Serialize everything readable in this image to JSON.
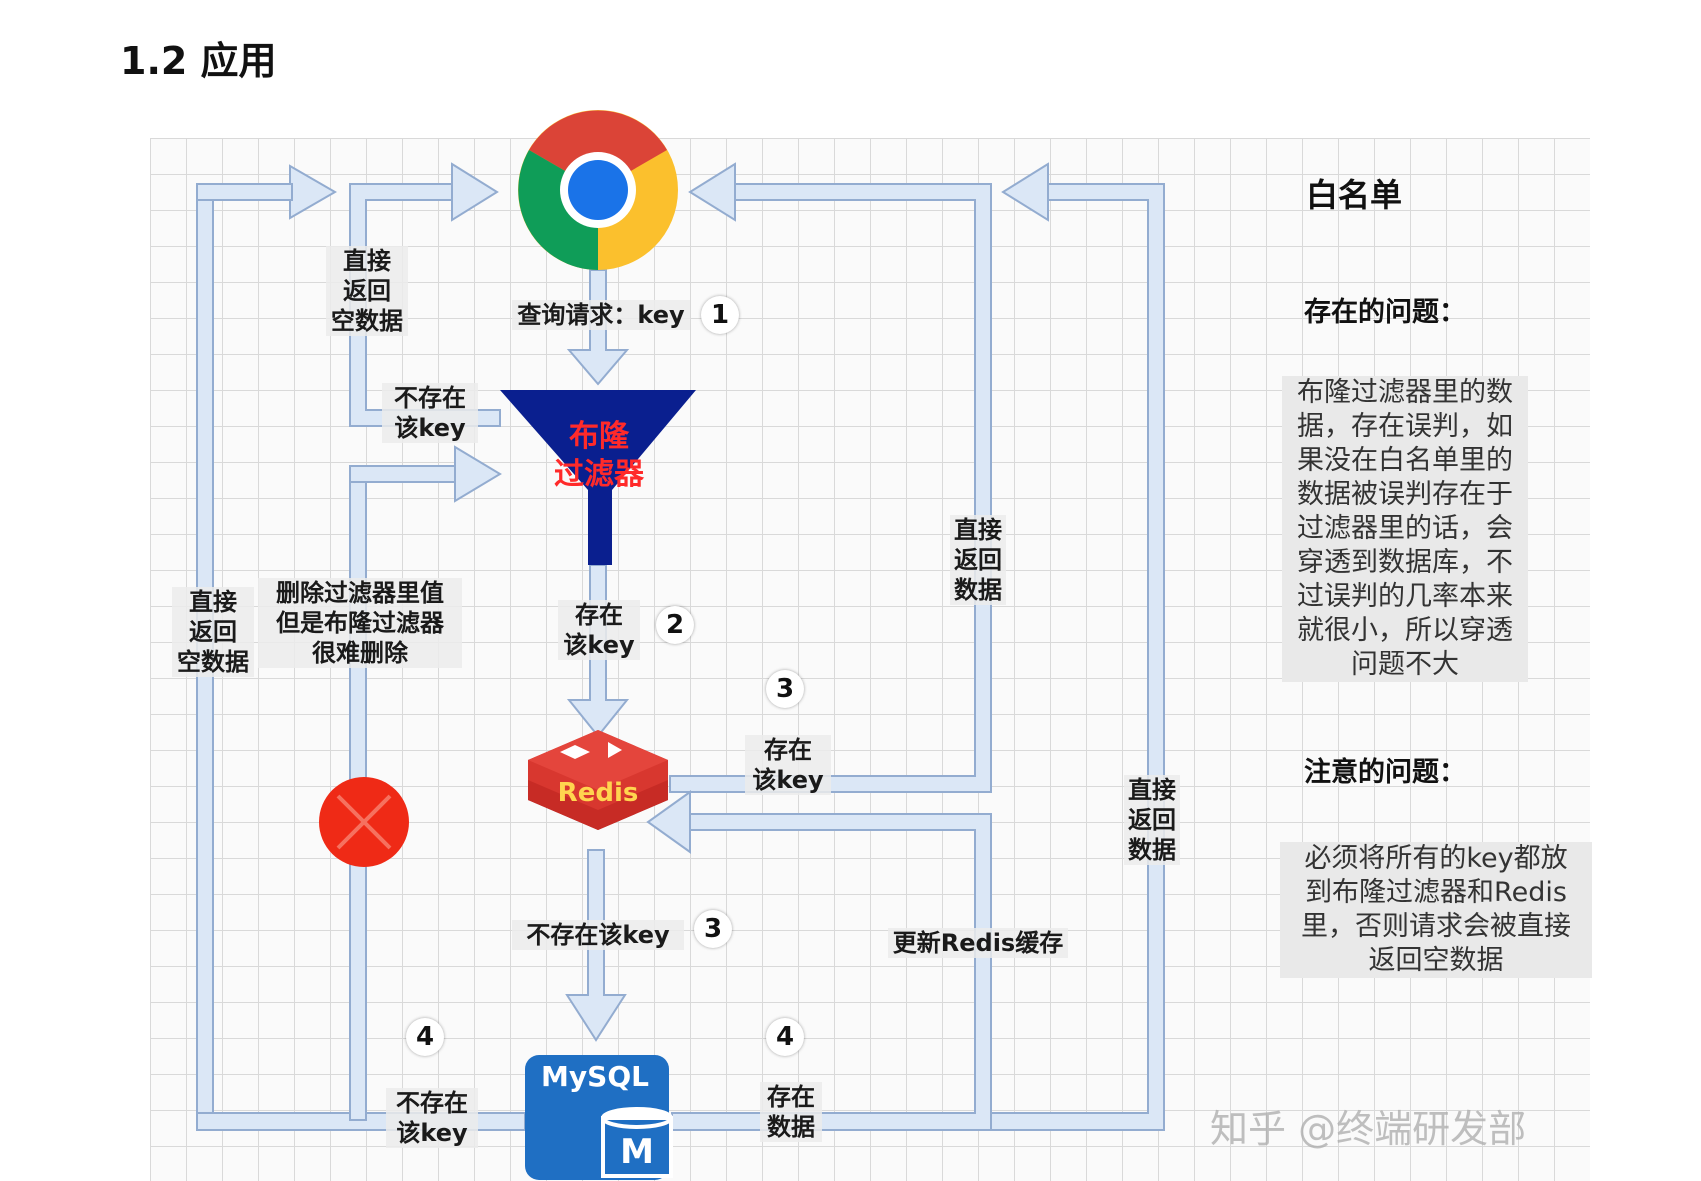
{
  "section_title": "1.2 应用",
  "labels": {
    "query_request": "查询请求：key",
    "return_empty_top": "直接\n返回\n空数据",
    "not_exist_top": "不存在\n该key",
    "bloom_filter": "布隆\n过滤器",
    "delete_note": "删除过滤器里值\n但是布隆过滤器\n很难删除",
    "return_empty_left": "直接\n返回\n空数据",
    "exist_key_filter": "存在\n该key",
    "exist_key_redis": "存在\n该key",
    "return_data_mid": "直接\n返回\n数据",
    "return_data_right": "直接\n返回\n数据",
    "not_exist_key_redis": "不存在该key",
    "update_cache": "更新Redis缓存",
    "not_exist_mysql": "不存在\n该key",
    "exist_data_mysql": "存在\n数据",
    "redis_logo": "Redis",
    "mysql_logo": "MySQL",
    "mysql_m": "M"
  },
  "step_numbers": {
    "n1": "1",
    "n2": "2",
    "n3a": "3",
    "n3b": "3",
    "n4a": "4",
    "n4b": "4"
  },
  "sidebar": {
    "title": "白名单",
    "problem_heading": "存在的问题：",
    "problem_text": "布隆过滤器里的数\n据，存在误判，如\n果没在白名单里的\n数据被误判存在于\n过滤器里的话，会\n穿透到数据库，不\n过误判的几率本来\n就很小，所以穿透\n问题不大",
    "note_heading": "注意的问题：",
    "note_text": "必须将所有的key都放\n到布隆过滤器和Redis\n里，否则请求会被直接\n返回空数据"
  },
  "watermark": "知乎 @终端研发部",
  "colors": {
    "arrow_fill": "#dbe7f6",
    "arrow_stroke": "#93acd0",
    "funnel": "#0a1f8f",
    "bloom_text": "#ff2a2a",
    "redis": "#d32b26",
    "mysql": "#1f6fc3",
    "cross": "#ef2a16"
  },
  "icons": [
    "chrome-icon",
    "bloom-filter-funnel-icon",
    "redis-icon",
    "mysql-icon",
    "blocked-cross-icon"
  ]
}
